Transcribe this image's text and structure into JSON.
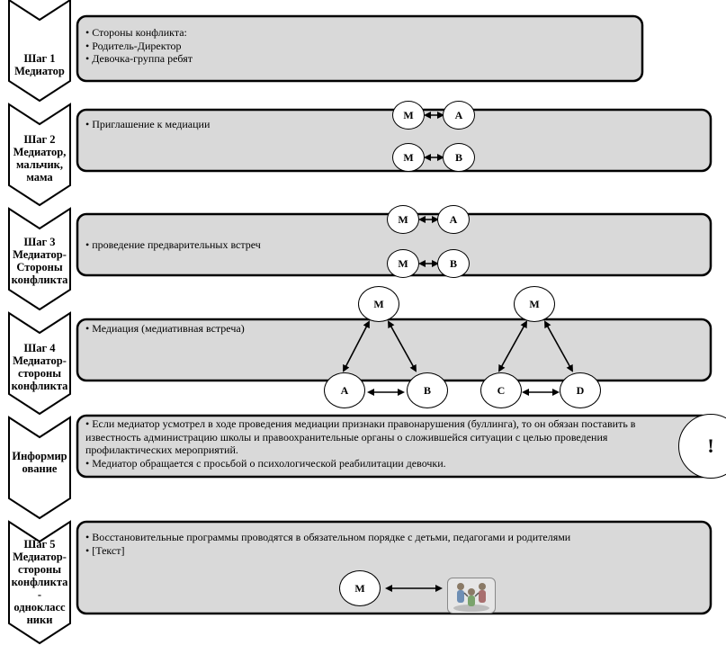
{
  "steps": [
    {
      "label": [
        "Шаг 1",
        "Медиатор"
      ],
      "bullets": [
        "• Стороны конфликта:",
        "• Родитель-Директор",
        "• Девочка-группа ребят"
      ]
    },
    {
      "label": [
        "Шаг 2",
        "Медиатор,",
        "мальчик,",
        "мама"
      ],
      "bullets": [
        "• Приглашение к медиации"
      ],
      "nodes": [
        "М",
        "А",
        "М",
        "В"
      ]
    },
    {
      "label": [
        "Шаг 3",
        "Медиатор-",
        "Стороны",
        "конфликта"
      ],
      "bullets": [
        "• проведение предварительных встреч"
      ],
      "nodes": [
        "М",
        "А",
        "М",
        "В"
      ]
    },
    {
      "label": [
        "Шаг 4",
        "Медиатор-",
        "стороны",
        "конфликта"
      ],
      "bullets": [
        "• Медиация (медиативная встреча)"
      ],
      "nodes": [
        "М",
        "А",
        "В",
        "М",
        "С",
        "D"
      ]
    },
    {
      "label": [
        "Информир",
        "ование"
      ],
      "bullets": [
        "• Если медиатор усмотрел в ходе проведения медиации признаки правонарушения (буллинга), то он обязан поставить в известность администрацию школы и правоохранительные органы о сложившейся ситуации с целью проведения профилактических мероприятий.",
        "• Медиатор обращается с просьбой о психологической реабилитации девочки."
      ],
      "icon_text": "!"
    },
    {
      "label": [
        "Шаг 5",
        "Медиатор-",
        "стороны",
        "конфликта",
        "-",
        "однокласс",
        "ники"
      ],
      "bullets": [
        "• Восстановительные программы проводятся в обязательном порядке с детьми, педагогами и родителями",
        "• [Текст]"
      ],
      "nodes": [
        "М"
      ],
      "icon": "group-people-icon"
    }
  ]
}
